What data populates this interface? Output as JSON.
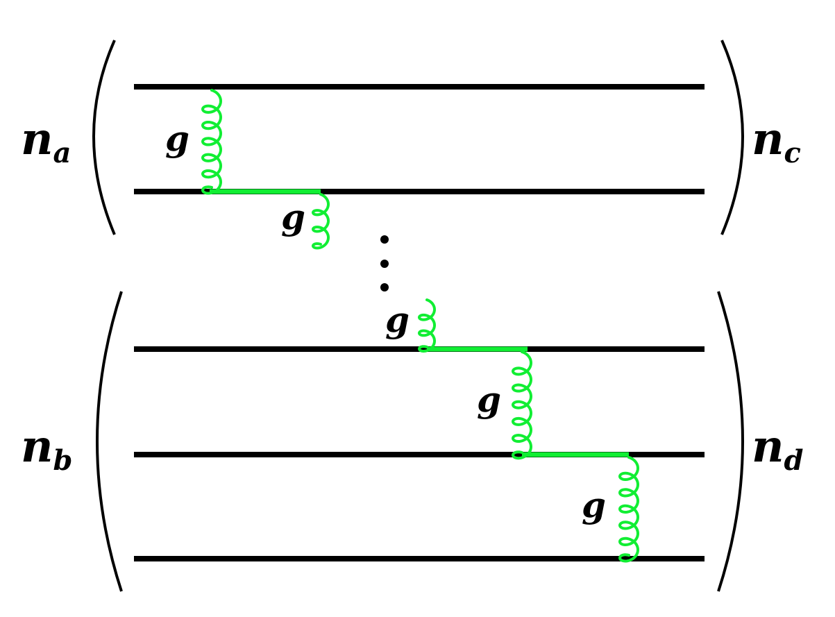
{
  "diagram": {
    "colors": {
      "quark_line": "#000000",
      "gluon": "#11ee33",
      "background": "#ffffff"
    },
    "groups": [
      {
        "id": "a",
        "base": "n",
        "sub": "a",
        "side": "left"
      },
      {
        "id": "c",
        "base": "n",
        "sub": "c",
        "side": "right"
      },
      {
        "id": "b",
        "base": "n",
        "sub": "b",
        "side": "left"
      },
      {
        "id": "d",
        "base": "n",
        "sub": "d",
        "side": "right"
      }
    ],
    "gluon_label": "g",
    "ellipsis": "⋮"
  }
}
